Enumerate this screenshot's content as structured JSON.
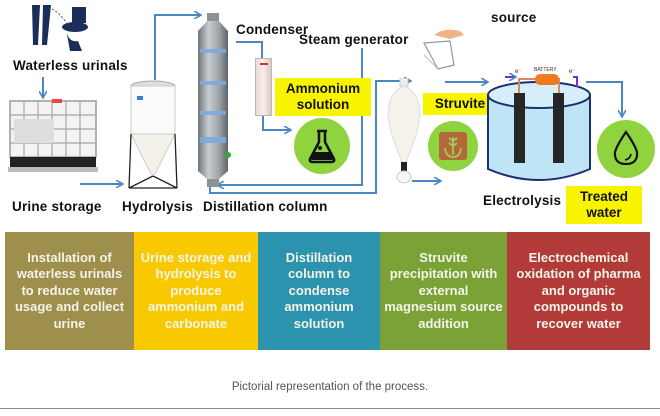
{
  "diagram": {
    "labels": {
      "waterless_urinals": "Waterless urinals",
      "urine_storage": "Urine storage",
      "hydrolysis": "Hydrolysis",
      "distillation_column": "Distillation column",
      "condenser": "Condenser",
      "steam_generator": "Steam generator",
      "source": "source",
      "electrolysis": "Electrolysis",
      "battery": "BATTERY",
      "electron_left": "e⁻",
      "electron_right": "e⁻"
    },
    "callouts": {
      "ammonium_solution": "Ammonium solution",
      "struvite": "Struvite",
      "treated_water": "Treated water"
    },
    "icons": [
      "toilet-icon",
      "ibc-tank-icon",
      "conical-tank-icon",
      "distillation-column-icon",
      "condenser-icon",
      "flask-icon",
      "pouring-hand-icon",
      "separatory-funnel-icon",
      "fertilizer-bag-icon",
      "electrolysis-cell-icon",
      "water-drop-icon"
    ]
  },
  "steps": [
    {
      "text": "Installation of waterless urinals to reduce water usage and collect urine",
      "color": "#9e8f4c"
    },
    {
      "text": "Urine storage and hydrolysis to produce ammonium and carbonate",
      "color": "#f9c900"
    },
    {
      "text": "Distillation column to condense ammonium solution",
      "color": "#2b93ad"
    },
    {
      "text": "Struvite precipitation with external magnesium source addition",
      "color": "#7ba236"
    },
    {
      "text": "Electrochemical oxidation of pharma and organic compounds to recover water",
      "color": "#b23a38"
    }
  ],
  "colors": {
    "arrow": "#4a86c8",
    "callout_yellow": "#f8f400",
    "icon_circle_green": "#8fd43f"
  },
  "caption": "Pictorial representation of the process."
}
